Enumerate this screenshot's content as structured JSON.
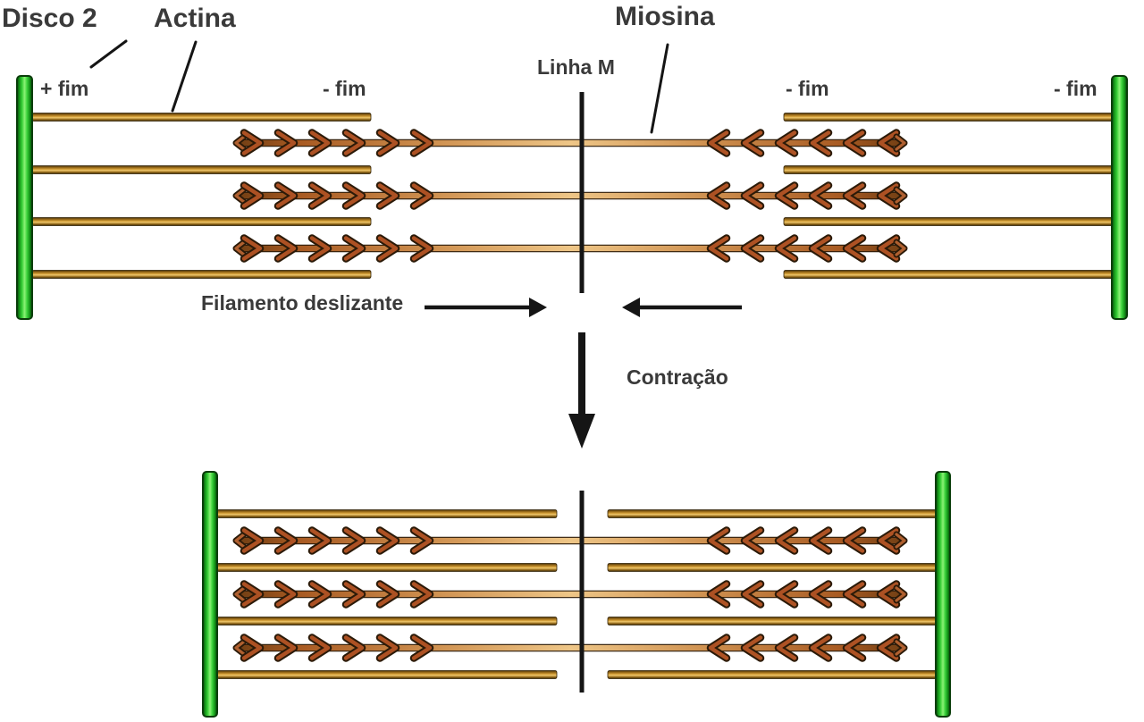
{
  "figure": {
    "labels": {
      "z_disc": "Disco 2",
      "actin": "Actina",
      "myosin": "Miosina",
      "m_line": "Linha M",
      "plus_end": "+ fim",
      "minus_end": "- fim",
      "sliding_filament": "Filamento deslizante",
      "contraction": "Contração"
    }
  },
  "colors": {
    "text": "#3a3a3a",
    "line": "#151515",
    "bg": "#ffffff",
    "z_disc_green": "#33cb33",
    "actin_gold": "#cf9a33",
    "myosin_orange": "#c9773d",
    "outline_brown": "#2b1a08"
  }
}
